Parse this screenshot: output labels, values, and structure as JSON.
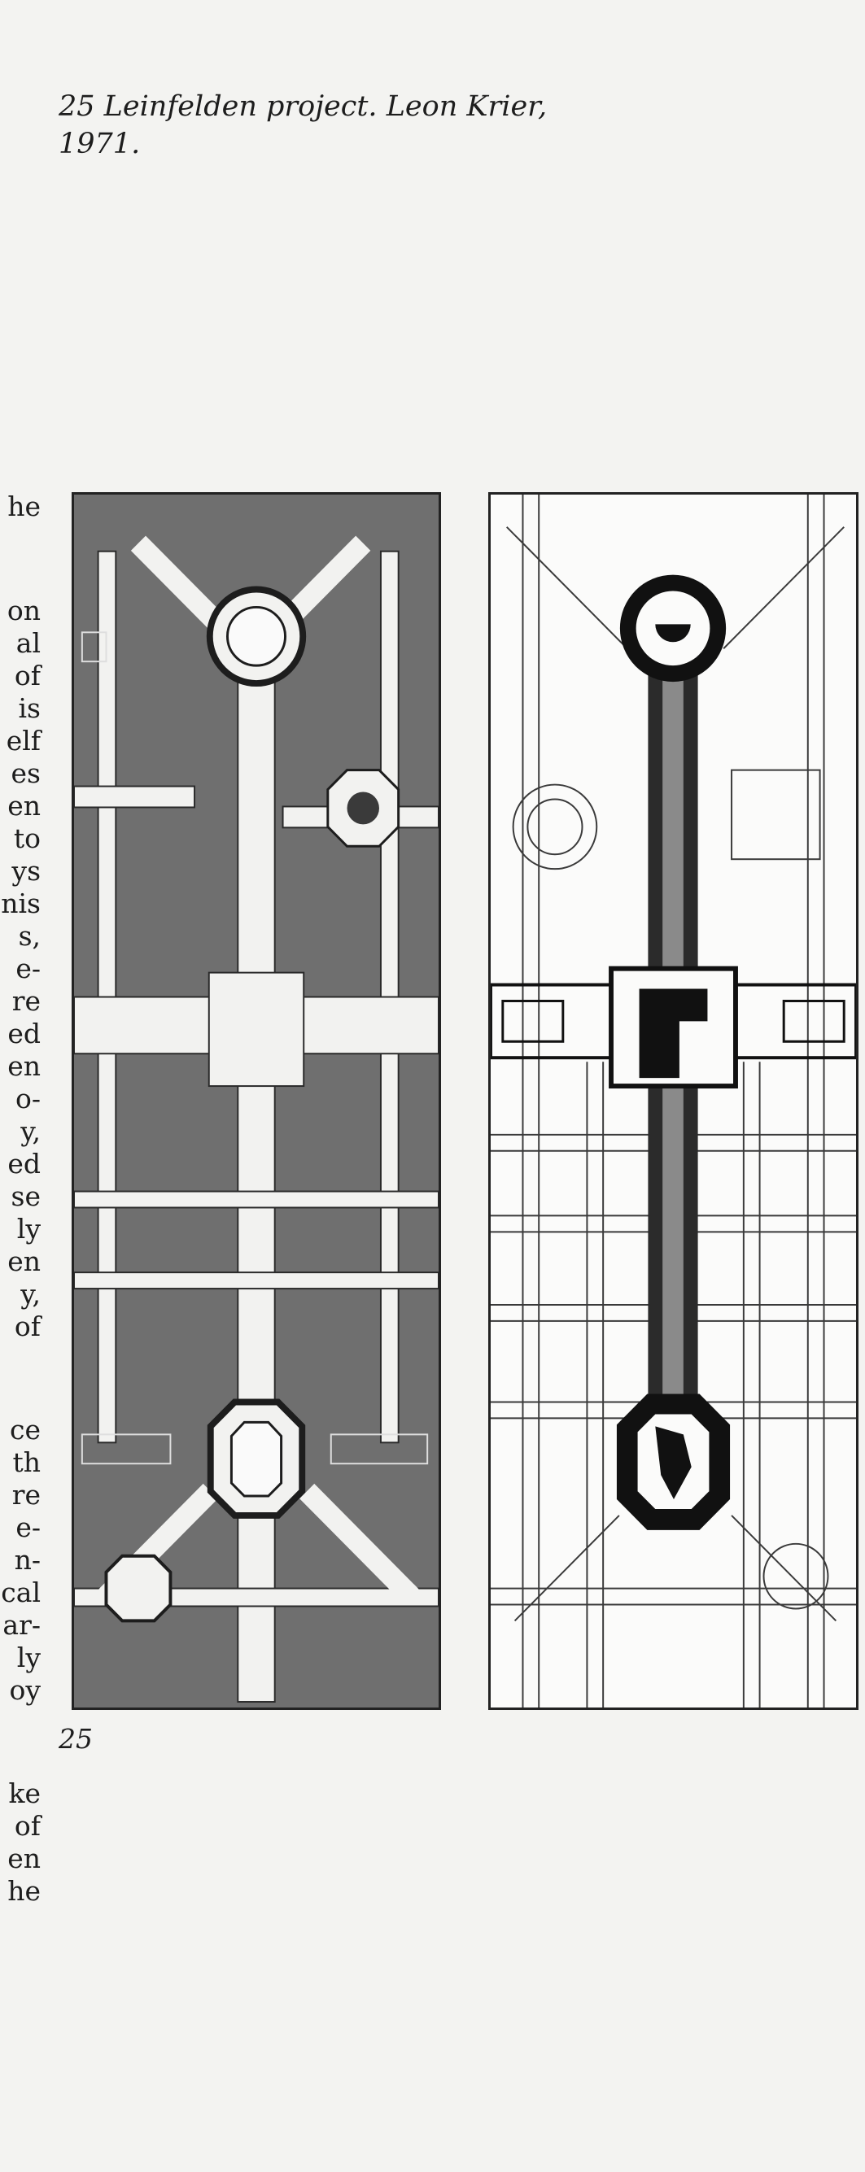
{
  "caption": {
    "line1": "25 Leinfelden project. Leon Krier,",
    "line2": "1971."
  },
  "figure_number": "25",
  "body_fragments": [
    "he",
    "on",
    "al",
    "of",
    "is",
    "elf",
    "es",
    "en",
    "to",
    "ys",
    "nis",
    "s,",
    "e-",
    "re",
    "ed",
    "en",
    "o-",
    "y,",
    "ed",
    "se",
    "ly",
    "en",
    "y,",
    "of",
    "ce",
    "th",
    "re",
    "e-",
    "n-",
    "cal",
    "ar-",
    "ly",
    "oy",
    "ke",
    "of",
    "en",
    "he"
  ],
  "colors": {
    "paper": "#f3f3f1",
    "ink": "#1d1d1d",
    "plan_ground": "#6f6f6f"
  }
}
